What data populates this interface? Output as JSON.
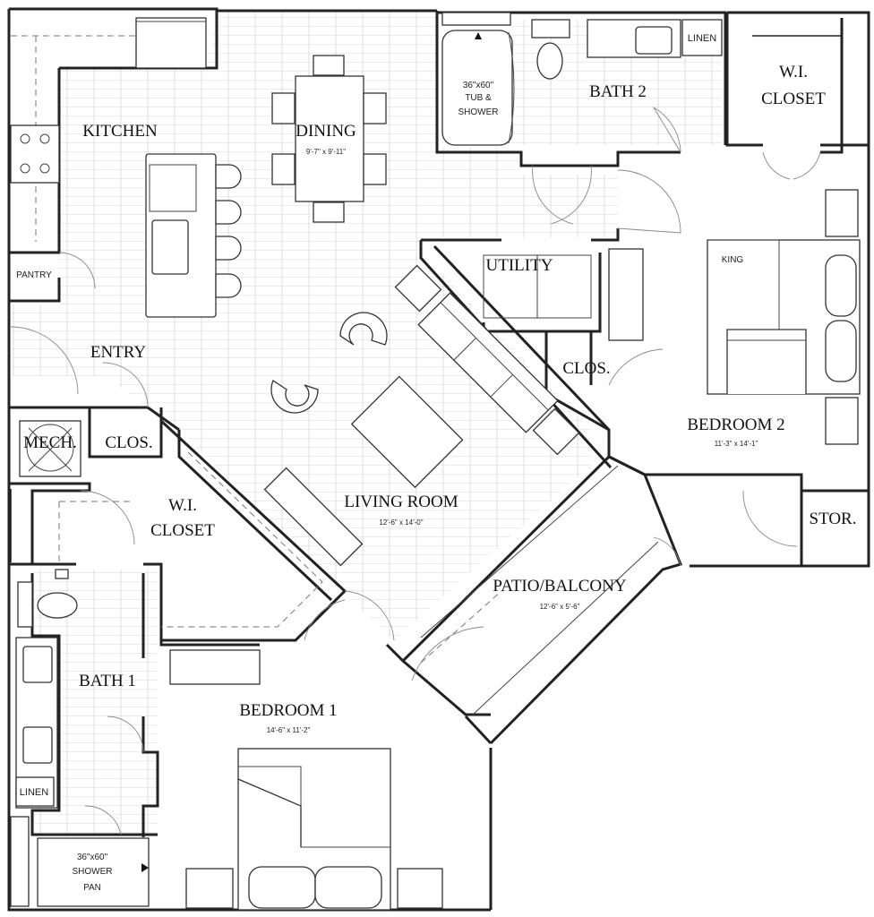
{
  "rooms": {
    "kitchen": {
      "label": "KITCHEN"
    },
    "dining": {
      "label": "DINING",
      "dims": "9'-7\" x 9'-11\""
    },
    "bath2": {
      "label": "BATH 2"
    },
    "wi_closet_top": {
      "label_line1": "W.I.",
      "label_line2": "CLOSET"
    },
    "linen_top": {
      "label": "LINEN"
    },
    "tub": {
      "line1": "36\"x60\"",
      "line2": "TUB &",
      "line3": "SHOWER"
    },
    "pantry": {
      "label": "PANTRY"
    },
    "utility": {
      "label": "UTILITY"
    },
    "king": {
      "label": "KING"
    },
    "entry": {
      "label": "ENTRY"
    },
    "clos_right": {
      "label": "CLOS."
    },
    "bedroom2": {
      "label": "BEDROOM 2",
      "dims": "11'-3\" x 14'-1\""
    },
    "mech": {
      "label": "MECH."
    },
    "clos_left": {
      "label": "CLOS."
    },
    "wi_closet_left": {
      "label_line1": "W.I.",
      "label_line2": "CLOSET"
    },
    "living": {
      "label": "LIVING ROOM",
      "dims": "12'-6\" x 14'-0\""
    },
    "stor": {
      "label": "STOR."
    },
    "patio": {
      "label": "PATIO/BALCONY",
      "dims": "12'-6\" x 5'-6\""
    },
    "bath1": {
      "label": "BATH 1"
    },
    "bedroom1": {
      "label": "BEDROOM 1",
      "dims": "14'-6\" x 11'-2\""
    },
    "linen_left": {
      "label": "LINEN"
    },
    "shower": {
      "line1": "36\"x60\"",
      "line2": "SHOWER",
      "line3": "PAN"
    }
  }
}
